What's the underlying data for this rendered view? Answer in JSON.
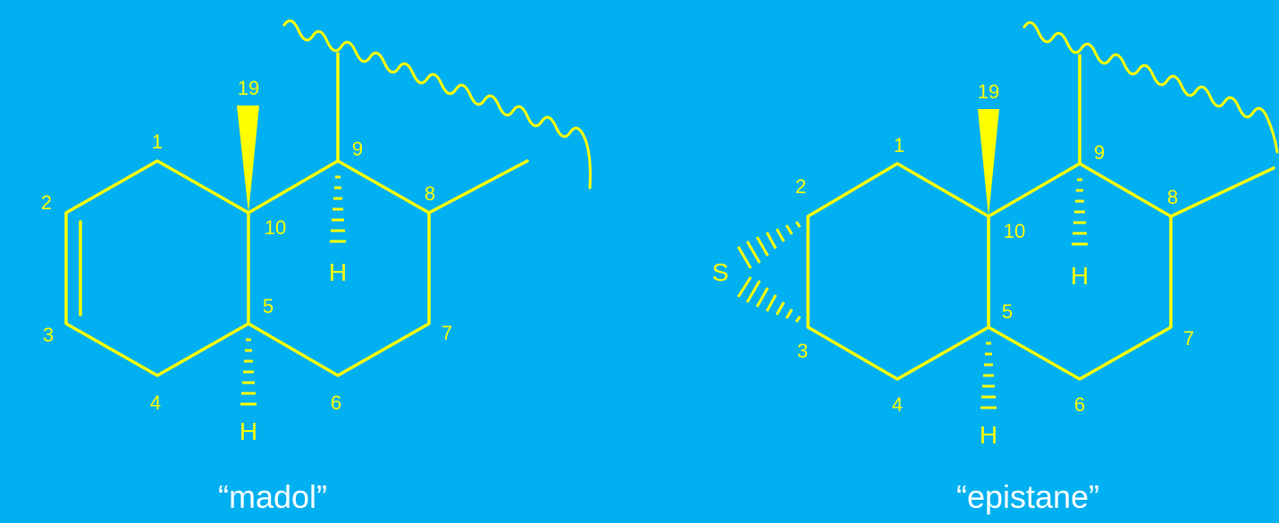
{
  "colors": {
    "background": "#00b0f0",
    "structure": "#ffff00",
    "caption": "#ffffff"
  },
  "madol": {
    "caption": "“madol”",
    "numbers": {
      "n1": "1",
      "n2": "2",
      "n3": "3",
      "n4": "4",
      "n5": "5",
      "n6": "6",
      "n7": "7",
      "n8": "8",
      "n9": "9",
      "n10": "10",
      "n19": "19"
    },
    "atoms": {
      "h5": "H",
      "h9": "H"
    }
  },
  "epistane": {
    "caption": "“epistane”",
    "numbers": {
      "n1": "1",
      "n2": "2",
      "n3": "3",
      "n4": "4",
      "n5": "5",
      "n6": "6",
      "n7": "7",
      "n8": "8",
      "n9": "9",
      "n10": "10",
      "n19": "19"
    },
    "atoms": {
      "s": "S",
      "h5": "H",
      "h9": "H"
    }
  }
}
